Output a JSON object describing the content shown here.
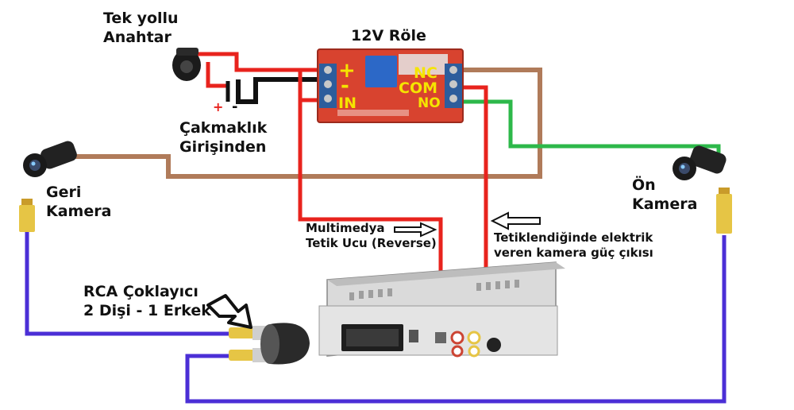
{
  "labels": {
    "switch": [
      "Tek yollu",
      "Anahtar"
    ],
    "relay_title": "12V Röle",
    "lighter": [
      "Çakmaklık",
      "Girişinden"
    ],
    "rear_camera": [
      "Geri",
      "Kamera"
    ],
    "front_camera": [
      "Ön",
      "Kamera"
    ],
    "trigger_wire": [
      "Multimedya",
      "Tetik Ucu (Reverse)"
    ],
    "power_out": [
      "Tetiklendiğinde elektrik",
      "veren kamera güç çıkısı"
    ],
    "rca_splitter": [
      "RCA Çoklayıcı",
      "2 Dişi - 1 Erkek"
    ]
  },
  "relay": {
    "plus": "+",
    "minus": "-",
    "in": "IN",
    "nc": "NC",
    "com": "COM",
    "no": "NO"
  },
  "lighter_polarity": {
    "plus": "+",
    "minus": "-"
  },
  "colors": {
    "red_wire": "#e8231d",
    "black_wire": "#111111",
    "brown_wire": "#b07b5a",
    "green_wire": "#2db84a",
    "blue_wire": "#4b2fd6",
    "relay_board": "#d8432f",
    "relay_yellow": "#f5e400"
  }
}
